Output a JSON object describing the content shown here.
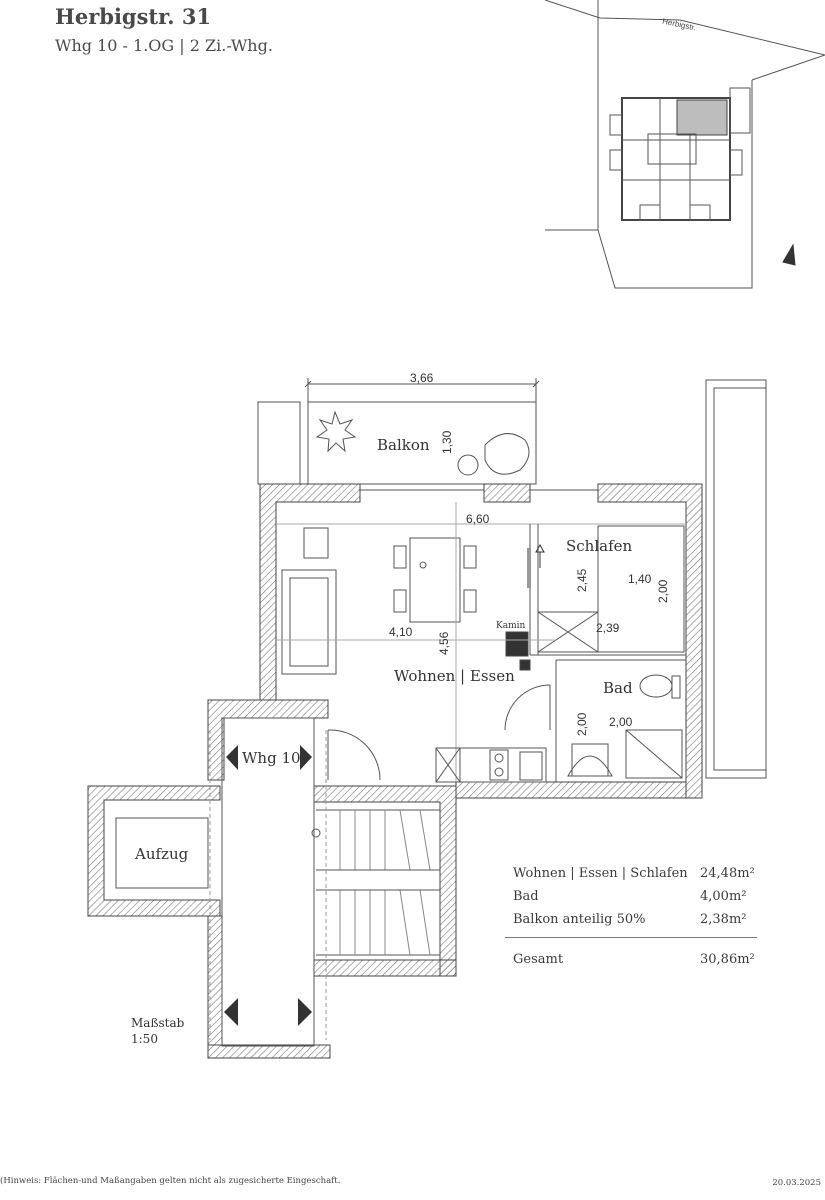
{
  "header": {
    "title": "Herbigstr. 31",
    "subtitle": "Whg 10 - 1.OG | 2 Zi.-Whg."
  },
  "siteplan": {
    "street": "Herbigstr."
  },
  "rooms": {
    "balkon": "Balkon",
    "schlafen": "Schlafen",
    "wohnen": "Wohnen | Essen",
    "bad": "Bad",
    "kamin": "Kamin",
    "whg": "Whg 10",
    "aufzug": "Aufzug"
  },
  "dimensions": {
    "balkon_width": "3,66",
    "balkon_depth": "1,30",
    "wohnen_width": "6,60",
    "wohnen_depth_a": "4,10",
    "wohnen_depth_b": "4,56",
    "schlafen_depth": "2,45",
    "bed_width": "1,40",
    "bed_length": "2,00",
    "schlafen_width": "2,39",
    "bad_depth": "2,00",
    "bad_width": "2,00"
  },
  "areas": [
    {
      "label": "Wohnen | Essen | Schlafen",
      "value": "24,48m²"
    },
    {
      "label": "Bad",
      "value": "4,00m²"
    },
    {
      "label": "Balkon anteilig 50%",
      "value": "2,38m²"
    }
  ],
  "total": {
    "label": "Gesamt",
    "value": "30,86m²"
  },
  "scale": {
    "label": "Maßstab",
    "value": "1:50"
  },
  "footer": {
    "note": "(Hinweis: Flächen-und Maßangaben gelten nicht als zugesicherte Eingeschaft.",
    "date": "20.03.2025"
  },
  "colors": {
    "wall_hatch": "#777777",
    "lines": "#555555",
    "highlight": "#bdbdbd"
  }
}
